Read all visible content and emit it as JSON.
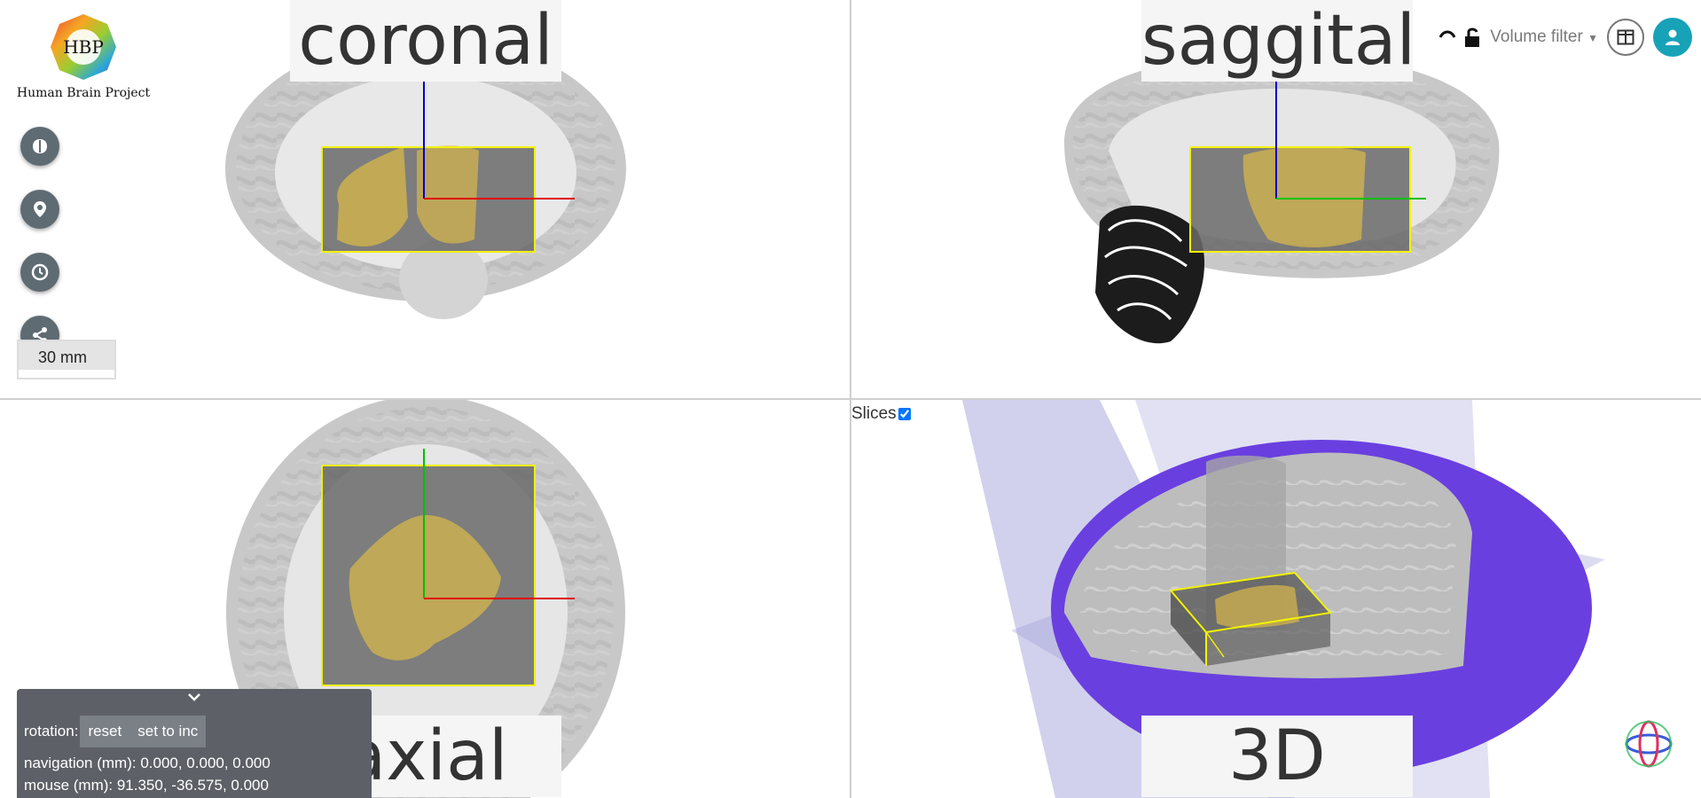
{
  "views": {
    "coronal": {
      "label": "coronal"
    },
    "sagittal": {
      "label": "saggital"
    },
    "axial": {
      "label": "axial"
    },
    "three_d": {
      "label": "3D",
      "slices_label": "Slices",
      "slices_checked": true
    }
  },
  "logo": {
    "text": "Human Brain Project",
    "mark": "HBP"
  },
  "sidebar": {
    "buttons": [
      {
        "name": "brain-icon"
      },
      {
        "name": "location-pin-icon"
      },
      {
        "name": "history-icon"
      },
      {
        "name": "share-icon"
      }
    ]
  },
  "scale_bar": {
    "text": "30 mm"
  },
  "topbar": {
    "volume_filter_label": "Volume filter"
  },
  "nav_panel": {
    "rotation_label": "rotation:",
    "reset_label": "reset",
    "set_to_inc_label": "set to inc",
    "navigation_text": "navigation (mm): 0.000, 0.000, 0.000",
    "mouse_text": "mouse (mm): 91.350, -36.575, 0.000"
  },
  "colors": {
    "roi_box": "#f2f200",
    "roi_fill": "#d8b84a",
    "axis_x": "#e00000",
    "axis_y": "#00c000",
    "axis_z": "#0000d0",
    "surface": "#6a3fe0",
    "slice_plane": "#9a9ad8",
    "accent": "#17a2b8"
  }
}
